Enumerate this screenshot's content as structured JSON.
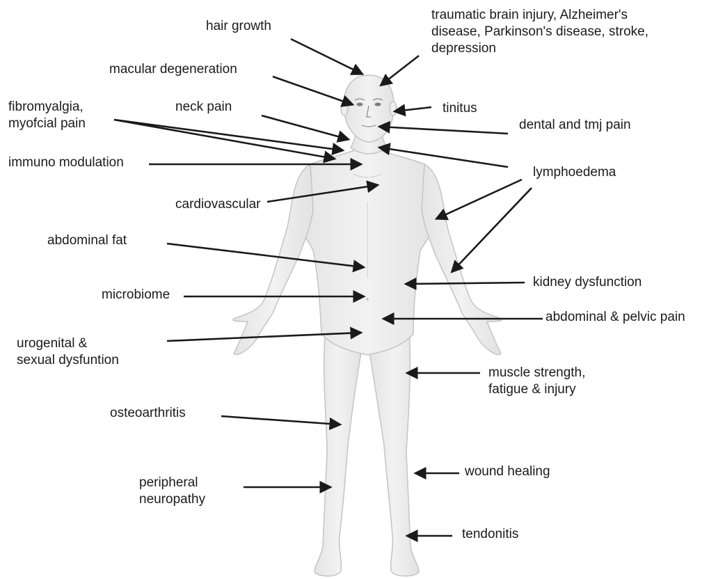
{
  "labels": {
    "hair_growth": "hair growth",
    "brain": [
      "traumatic brain injury, Alzheimer's",
      "disease, Parkinson's disease, stroke,",
      "depression"
    ],
    "macular": "macular degeneration",
    "fibromyalgia": [
      "fibromyalgia,",
      "myofcial pain"
    ],
    "neck_pain": "neck pain",
    "tinitus": "tinitus",
    "dental": "dental and tmj pain",
    "immuno": "immuno modulation",
    "lymphoedema": "lymphoedema",
    "cardiovascular": "cardiovascular",
    "abdominal_fat": "abdominal fat",
    "kidney": "kidney dysfunction",
    "microbiome": "microbiome",
    "pelvic": "abdominal & pelvic pain",
    "urogenital": [
      "urogenital &",
      "sexual dysfuntion"
    ],
    "muscle": [
      "muscle strength,",
      "fatigue & injury"
    ],
    "osteoarthritis": "osteoarthritis",
    "wound": "wound healing",
    "peripheral": [
      "peripheral",
      "neuropathy"
    ],
    "tendonitis": "tendonitis"
  },
  "colors": {
    "arrow": "#1a1a1a",
    "body_fill": "#ececec",
    "body_stroke": "#c8c8c8",
    "text": "#1b1b1b"
  }
}
